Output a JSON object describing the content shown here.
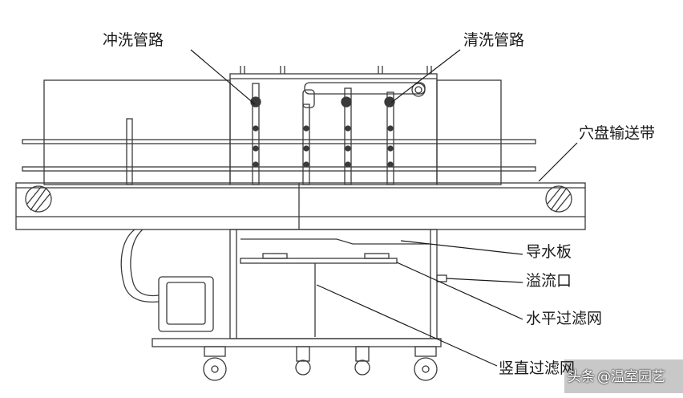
{
  "labels": {
    "flush_pipe": "冲洗管路",
    "clean_pipe": "清洗管路",
    "tray_conveyor": "穴盘输送带",
    "water_guide_plate": "导水板",
    "overflow_port": "溢流口",
    "horizontal_filter": "水平过滤网",
    "vertical_filter": "竖直过滤网"
  },
  "watermark": {
    "brand": "头条",
    "handle": "@温室园艺"
  },
  "colors": {
    "line": "#3a3a3a",
    "label": "#1a1a1a",
    "background": "#ffffff"
  }
}
